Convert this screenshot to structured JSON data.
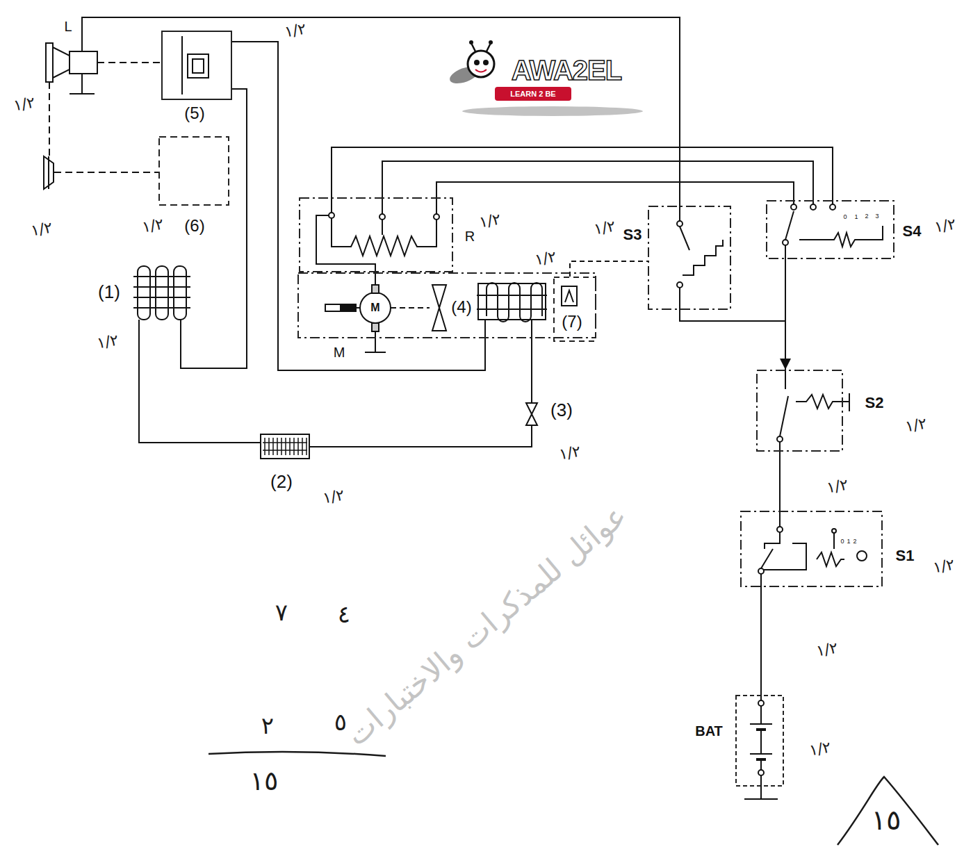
{
  "diagram": {
    "nodes": [
      {
        "text": [
          "(5)"
        ]
      },
      {
        "text": [
          "(6)"
        ]
      },
      {
        "text": [
          "R"
        ]
      },
      {
        "text": [
          "M"
        ]
      },
      {
        "text": [
          "(7)"
        ],
        "in": 3
      },
      {
        "text": [
          "S3"
        ]
      },
      {
        "text": [
          "S4"
        ]
      },
      {
        "text": [
          "S2"
        ]
      },
      {
        "text": [
          "S1"
        ]
      },
      {
        "text": [
          "BAT"
        ]
      }
    ],
    "edges": [
      {
        "from": 9,
        "to": 8,
        "arrow": "none"
      },
      {
        "from": 8,
        "to": 7,
        "arrow": "none"
      },
      {
        "from": 6,
        "to": 7,
        "arrow": "to"
      },
      {
        "from": 6,
        "to": 2,
        "arrow": "none"
      },
      {
        "from": 6,
        "to": 2,
        "arrow": "none"
      },
      {
        "from": 6,
        "to": 2,
        "arrow": "none"
      },
      {
        "from": 5,
        "to": 7,
        "arrow": "none"
      },
      {
        "from": 4,
        "to": 5,
        "arrow": "none"
      },
      {
        "from": 0,
        "to": 3,
        "arrow": "none"
      }
    ],
    "labels": [
      "L",
      "(1)",
      "(2)",
      "(3)",
      "(4)",
      "M",
      "0",
      "1",
      "2",
      "3",
      "0",
      "1",
      "2",
      "AWA2EL",
      "LEARN 2 BE",
      "عوائل للمذكرات والاختبارات",
      "١/٢",
      "١/٢",
      "١/٢",
      "١/٢",
      "١/٢",
      "١/٢",
      "١/٢",
      "١/٢",
      "١/٢",
      "١/٢",
      "١/٢",
      "١/٢",
      "١/٢",
      "١/٢",
      "١/٢",
      "١/٢",
      "٧",
      "٤",
      "٢",
      "٥",
      "١٥",
      "١٥"
    ]
  }
}
